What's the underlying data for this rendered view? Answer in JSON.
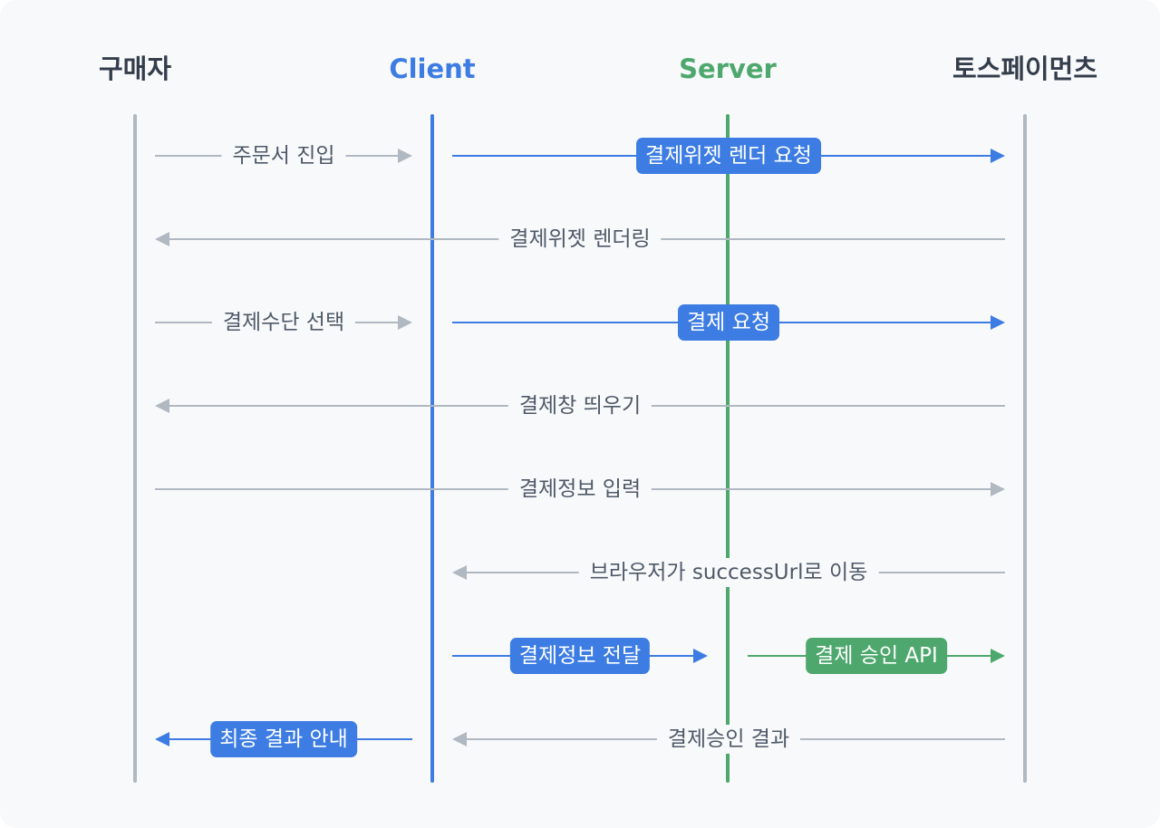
{
  "colors": {
    "blue": "#3c7ce3",
    "green": "#4ea86d",
    "gray": "#b0b8c1",
    "text_gray": "#4e5968",
    "dark": "#333d4b"
  },
  "actors": [
    {
      "id": "buyer",
      "label": "구매자",
      "color": "#333d4b"
    },
    {
      "id": "client",
      "label": "Client",
      "color": "#3c7ce3"
    },
    {
      "id": "server",
      "label": "Server",
      "color": "#4ea86d"
    },
    {
      "id": "toss",
      "label": "토스페이먼츠",
      "color": "#333d4b"
    }
  ],
  "messages": [
    {
      "id": "m1",
      "from": "buyer",
      "to": "client",
      "label": "주문서 진입",
      "style": "plain"
    },
    {
      "id": "m2",
      "from": "client",
      "to": "toss",
      "label": "결제위젯 렌더 요청",
      "style": "pill-blue"
    },
    {
      "id": "m3",
      "from": "toss",
      "to": "buyer",
      "label": "결제위젯 렌더링",
      "style": "plain"
    },
    {
      "id": "m4",
      "from": "buyer",
      "to": "client",
      "label": "결제수단 선택",
      "style": "plain"
    },
    {
      "id": "m5",
      "from": "client",
      "to": "toss",
      "label": "결제 요청",
      "style": "pill-blue"
    },
    {
      "id": "m6",
      "from": "toss",
      "to": "buyer",
      "label": "결제창 띄우기",
      "style": "plain"
    },
    {
      "id": "m7",
      "from": "buyer",
      "to": "toss",
      "label": "결제정보 입력",
      "style": "plain"
    },
    {
      "id": "m8",
      "from": "toss",
      "to": "client",
      "label": "브라우저가 successUrl로 이동",
      "style": "plain"
    },
    {
      "id": "m9",
      "from": "client",
      "to": "server",
      "label": "결제정보 전달",
      "style": "pill-blue"
    },
    {
      "id": "m10",
      "from": "server",
      "to": "toss",
      "label": "결제 승인 API",
      "style": "pill-green"
    },
    {
      "id": "m11",
      "from": "toss",
      "to": "client",
      "label": "결제승인 결과",
      "style": "plain"
    },
    {
      "id": "m12",
      "from": "client",
      "to": "buyer",
      "label": "최종 결과 안내",
      "style": "pill-blue"
    }
  ]
}
